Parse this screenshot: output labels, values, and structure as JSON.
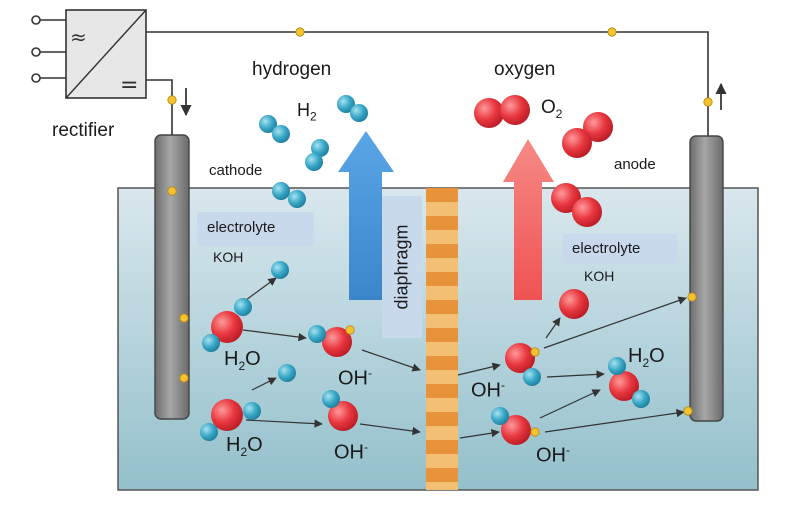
{
  "labels": {
    "rectifier": "rectifier",
    "hydrogen": "hydrogen",
    "oxygen": "oxygen",
    "cathode": "cathode",
    "anode": "anode",
    "diaphragm": "diaphragm",
    "electrolyte_left": "electrolyte",
    "electrolyte_right": "electrolyte",
    "koh_left": "KOH",
    "koh_right": "KOH",
    "rectifier_ac_symbol": "≈",
    "rectifier_dc_symbol": "="
  },
  "formulas": {
    "h2": {
      "base": "H",
      "sub": "2"
    },
    "o2": {
      "base": "O",
      "sub": "2"
    },
    "h2o": {
      "base": "H",
      "sub": "2",
      "tail": "O"
    },
    "oh": {
      "base": "OH",
      "sup": "-"
    }
  },
  "colors": {
    "tank_top": "#d7e6ec",
    "tank_bottom": "#94c0cc",
    "electrode": "#8a8a8a",
    "hydrogen_atom": "#3aa8c8",
    "oxygen_atom": "#e8363e",
    "h2_arrow": "#3b8fd4",
    "o2_arrow": "#f05a5a",
    "diaphragm_dark": "#e8923a",
    "diaphragm_light": "#f3bf73",
    "wire_node": "#f2c230",
    "label_box": "#c9d9ec"
  }
}
